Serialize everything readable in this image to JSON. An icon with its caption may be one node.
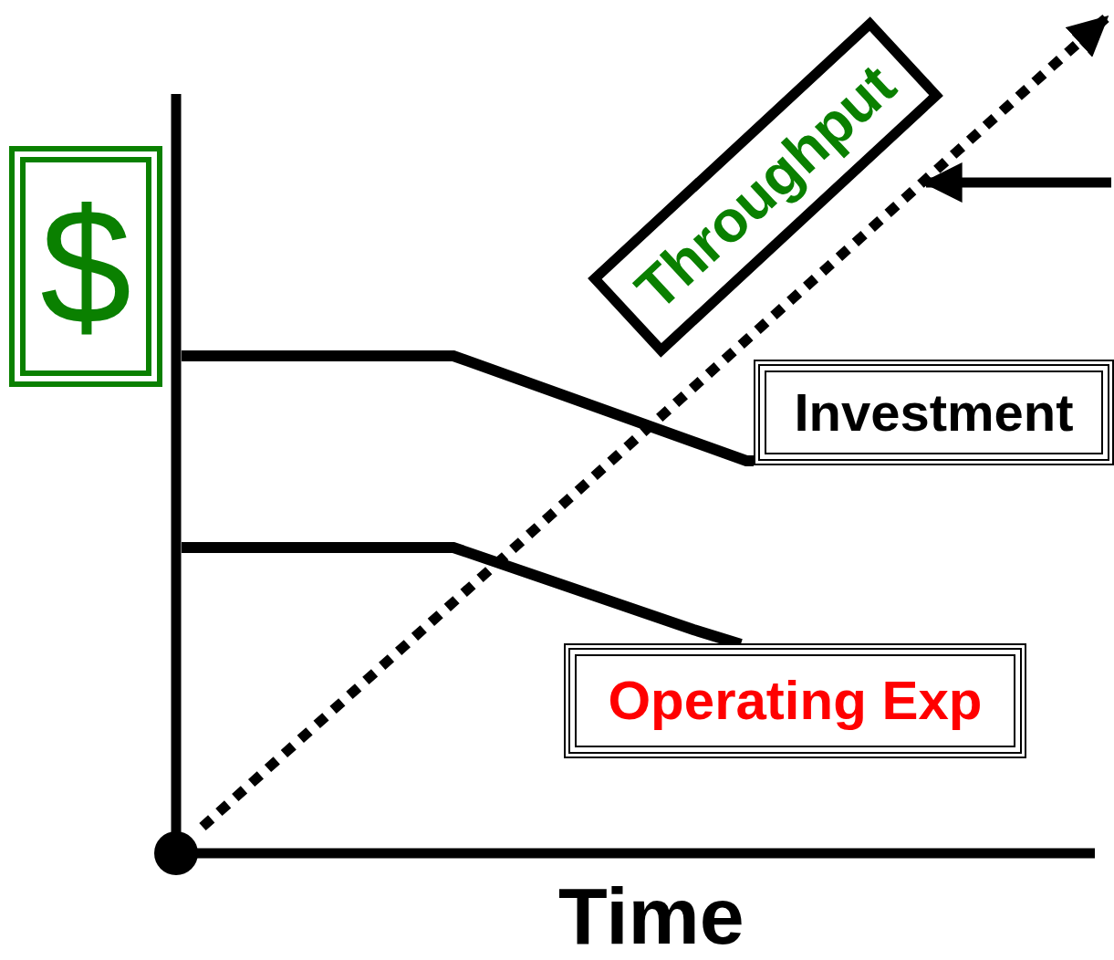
{
  "diagram": {
    "nodes": [
      {
        "text": [
          "$"
        ]
      },
      {
        "text": [
          "Throughput"
        ]
      },
      {
        "text": [
          "Investment"
        ]
      },
      {
        "text": [
          "Operating Exp"
        ]
      }
    ],
    "edges": [
      {
        "from": null,
        "to": 2,
        "arrow": "none"
      },
      {
        "from": null,
        "to": 3,
        "arrow": "none"
      }
    ],
    "labels": [
      "Time"
    ]
  }
}
